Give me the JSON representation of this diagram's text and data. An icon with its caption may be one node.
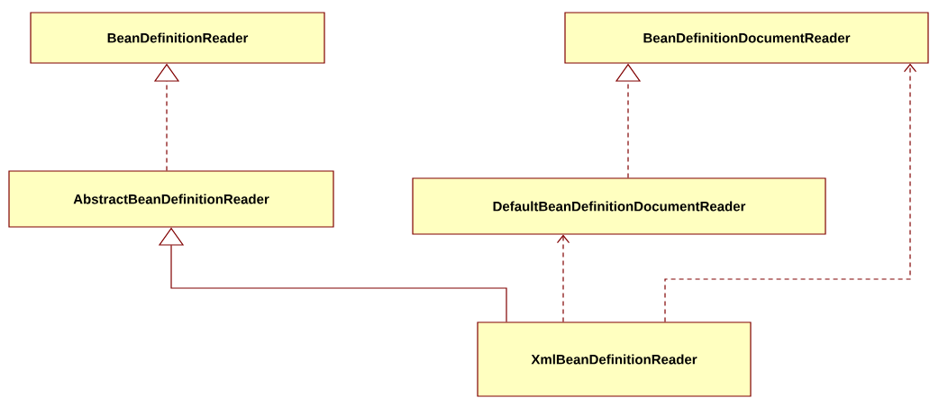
{
  "diagram": {
    "nodes": [
      {
        "text": [
          "BeanDefinitionReader"
        ]
      },
      {
        "text": [
          "BeanDefinitionDocumentReader"
        ]
      },
      {
        "text": [
          "AbstractBeanDefinitionReader"
        ]
      },
      {
        "text": [
          "DefaultBeanDefinitionDocumentReader"
        ]
      },
      {
        "text": [
          "XmlBeanDefinitionReader"
        ]
      }
    ],
    "edges": [
      {
        "from": 2,
        "to": 0,
        "arrow": "to",
        "style": "dashed"
      },
      {
        "from": 3,
        "to": 1,
        "arrow": "to",
        "style": "dashed"
      },
      {
        "from": 4,
        "to": 2,
        "arrow": "to"
      },
      {
        "from": 4,
        "to": 3,
        "arrow": "to",
        "style": "dashed"
      },
      {
        "from": 4,
        "to": 1,
        "arrow": "to",
        "style": "dashed"
      }
    ]
  }
}
